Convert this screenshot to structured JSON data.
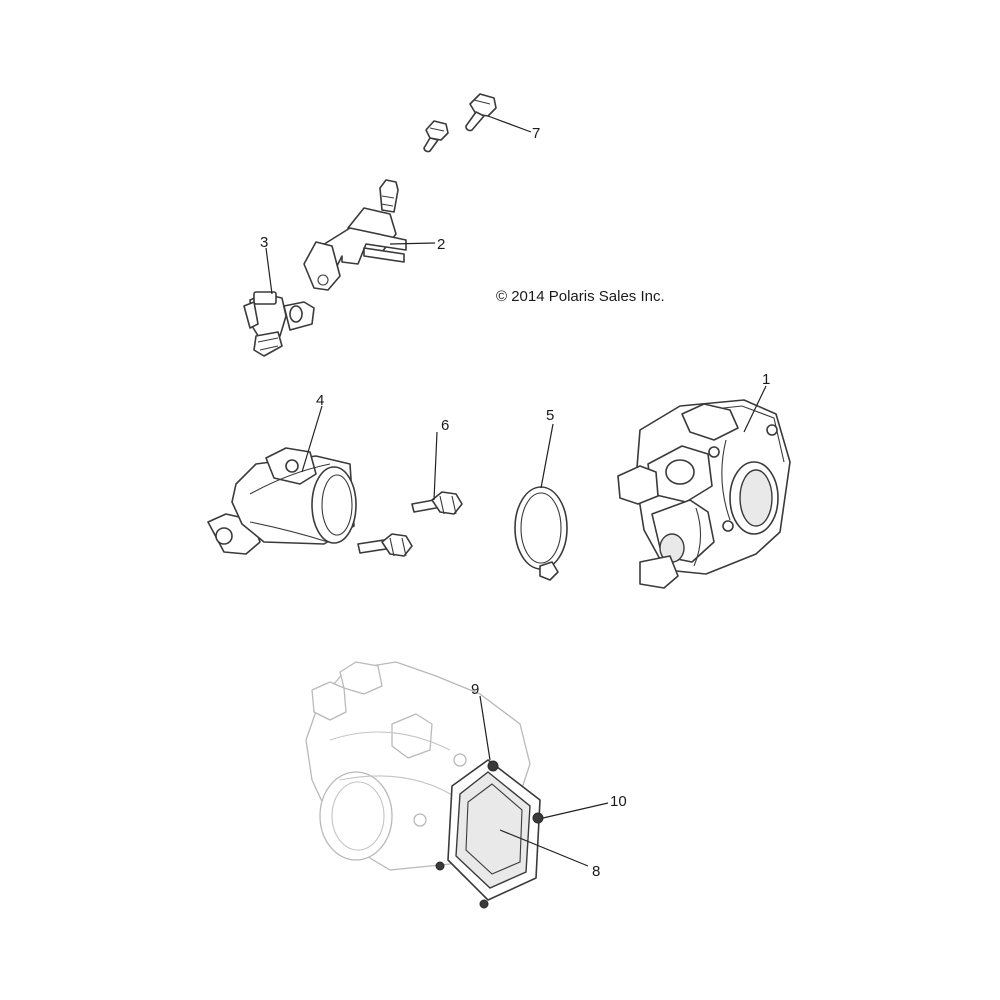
{
  "copyright": "© 2014 Polaris Sales Inc.",
  "callouts": {
    "c1": "1",
    "c2": "2",
    "c3": "3",
    "c4": "4",
    "c5": "5",
    "c6": "6",
    "c7": "7",
    "c8": "8",
    "c9": "9",
    "c10": "10"
  }
}
